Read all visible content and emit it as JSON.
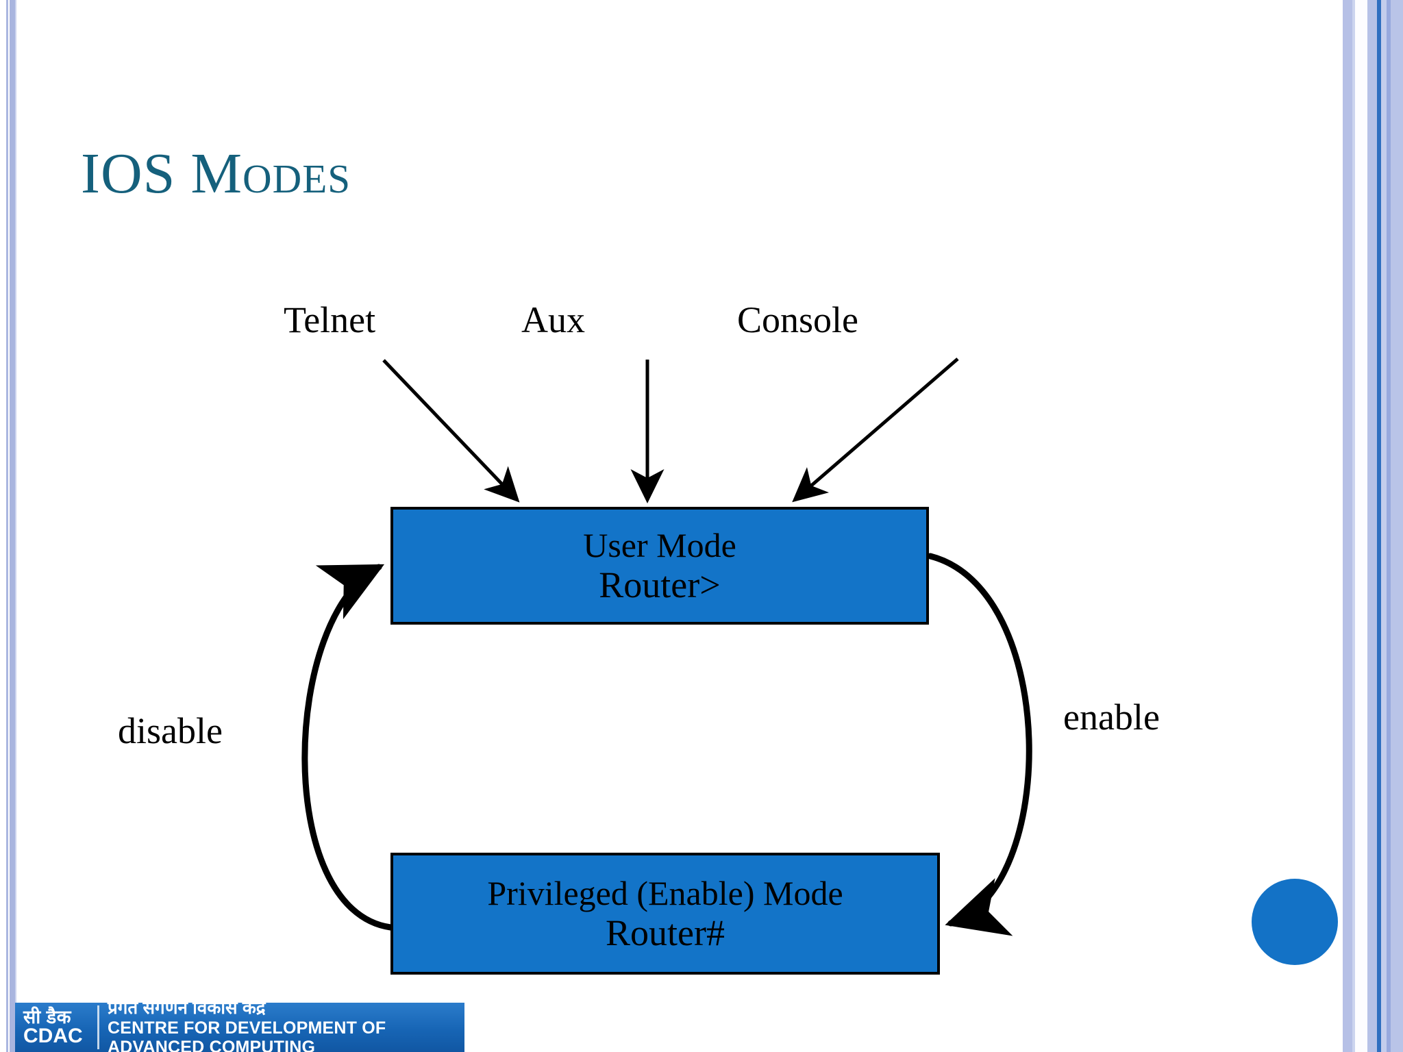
{
  "slide": {
    "title": "IOS Modes",
    "title_color": "#15607C",
    "background": "#FFFFFF"
  },
  "diagram": {
    "type": "state-diagram",
    "access_methods": [
      {
        "label": "Telnet",
        "arrow": "diagonal-down-right"
      },
      {
        "label": "Aux",
        "arrow": "straight-down"
      },
      {
        "label": "Console",
        "arrow": "diagonal-down-left"
      }
    ],
    "boxes": [
      {
        "name": "user-mode",
        "line1": "User Mode",
        "line2": "Router>",
        "fill": "#1374C8",
        "border": "#000000"
      },
      {
        "name": "privileged-mode",
        "line1": "Privileged (Enable) Mode",
        "line2": "Router#",
        "fill": "#1374C8",
        "border": "#000000"
      }
    ],
    "transitions": [
      {
        "label": "disable",
        "from": "privileged-mode",
        "to": "user-mode",
        "side": "left"
      },
      {
        "label": "enable",
        "from": "user-mode",
        "to": "privileged-mode",
        "side": "right"
      }
    ]
  },
  "decorations": {
    "circle_color": "#1372C6",
    "stripe_accent": "#2F6FC0",
    "stripe_light": "#B6C2E7"
  },
  "footer": {
    "logo_hindi": "सी डैक",
    "logo_english": "CDAC",
    "org_hindi": "प्रगत संगणन विकास केंद्र",
    "org_english": "CENTRE FOR DEVELOPMENT OF ADVANCED COMPUTING",
    "bar_color": "#1E6FC0"
  }
}
